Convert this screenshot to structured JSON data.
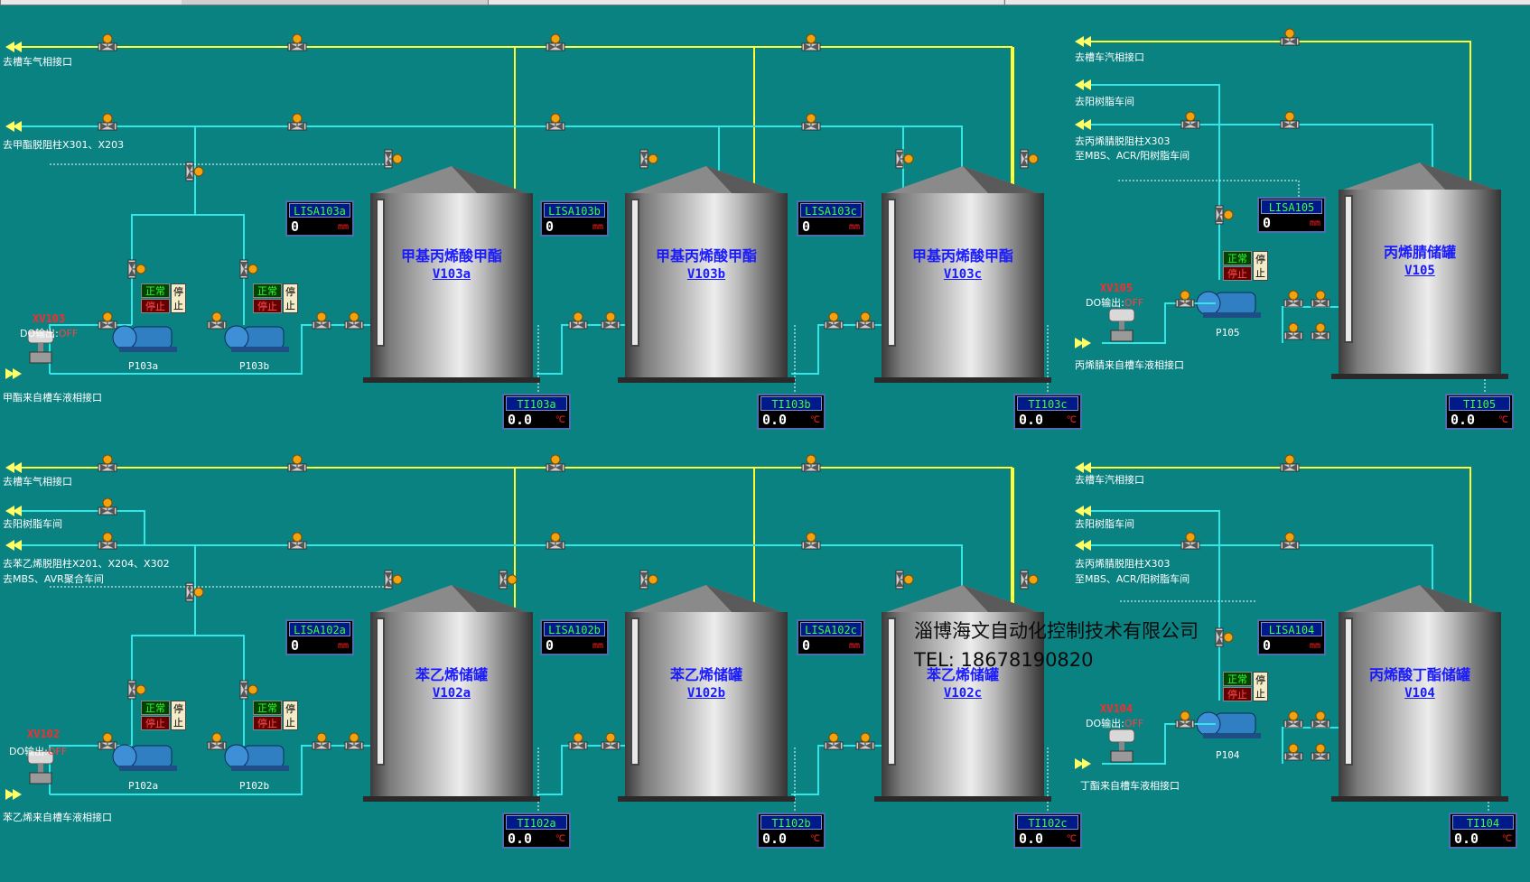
{
  "colors": {
    "background": "#0b8282",
    "liquid_line": "#30e6e6",
    "vapor_line": "#ffff33",
    "signal_line": "#ffffff",
    "tank_label": "#1a1aff",
    "tag_green": "#3cff3c",
    "unit_red": "#ff2020"
  },
  "tanks": [
    {
      "name": "甲基丙烯酸甲酯",
      "tag": "V103a"
    },
    {
      "name": "甲基丙烯酸甲酯",
      "tag": "V103b"
    },
    {
      "name": "甲基丙烯酸甲酯",
      "tag": "V103c"
    },
    {
      "name": "丙烯腈储罐",
      "tag": "V105"
    },
    {
      "name": "苯乙烯储罐",
      "tag": "V102a"
    },
    {
      "name": "苯乙烯储罐",
      "tag": "V102b"
    },
    {
      "name": "苯乙烯储罐",
      "tag": "V102c"
    },
    {
      "name": "丙烯酸丁酯储罐",
      "tag": "V104"
    }
  ],
  "level_instruments": [
    {
      "tag": "LISA103a",
      "value": "0",
      "unit": "mm"
    },
    {
      "tag": "LISA103b",
      "value": "0",
      "unit": "mm"
    },
    {
      "tag": "LISA103c",
      "value": "0",
      "unit": "mm"
    },
    {
      "tag": "LISA105",
      "value": "0",
      "unit": "mm"
    },
    {
      "tag": "LISA102a",
      "value": "0",
      "unit": "mm"
    },
    {
      "tag": "LISA102b",
      "value": "0",
      "unit": "mm"
    },
    {
      "tag": "LISA102c",
      "value": "0",
      "unit": "mm"
    },
    {
      "tag": "LISA104",
      "value": "0",
      "unit": "mm"
    }
  ],
  "temp_instruments": [
    {
      "tag": "TI103a",
      "value": "0.0",
      "unit": "℃"
    },
    {
      "tag": "TI103b",
      "value": "0.0",
      "unit": "℃"
    },
    {
      "tag": "TI103c",
      "value": "0.0",
      "unit": "℃"
    },
    {
      "tag": "TI105",
      "value": "0.0",
      "unit": "℃"
    },
    {
      "tag": "TI102a",
      "value": "0.0",
      "unit": "℃"
    },
    {
      "tag": "TI102b",
      "value": "0.0",
      "unit": "℃"
    },
    {
      "tag": "TI102c",
      "value": "0.0",
      "unit": "℃"
    },
    {
      "tag": "TI104",
      "value": "0.0",
      "unit": "℃"
    }
  ],
  "pumps": [
    "P103a",
    "P103b",
    "P105",
    "P102a",
    "P102b",
    "P104"
  ],
  "pump_status": {
    "normal": "正常",
    "stopped": "停止",
    "stop_button": "停止"
  },
  "xv_valves": [
    {
      "tag": "XV103",
      "do_label": "DO输出:",
      "state": "OFF"
    },
    {
      "tag": "XV105",
      "do_label": "DO输出:",
      "state": "OFF"
    },
    {
      "tag": "XV102",
      "do_label": "DO输出:",
      "state": "OFF"
    },
    {
      "tag": "XV104",
      "do_label": "DO输出:",
      "state": "OFF"
    }
  ],
  "pipe_labels": {
    "tl_vapor": "去槽车气相接口",
    "tl_x301": "去甲酯脱阻柱X301、X203",
    "tl_feed": "甲酯来自槽车液相接口",
    "tr_vapor": "去槽车汽相接口",
    "tr_resin": "去阳树脂车间",
    "tr_x303_1": "去丙烯腈脱阻柱X303",
    "tr_x303_2": "至MBS、ACR/阳树脂车间",
    "tr_feed": "丙烯腈来自槽车液相接口",
    "bl_vapor": "去槽车气相接口",
    "bl_resin": "去阳树脂车间",
    "bl_x201_1": "去苯乙烯脱阻柱X201、X204、X302",
    "bl_x201_2": "去MBS、AVR聚合车间",
    "bl_feed": "苯乙烯来自槽车液相接口",
    "br_vapor": "去槽车汽相接口",
    "br_resin": "去阳树脂车间",
    "br_x303_1": "去丙烯腈脱阻柱X303",
    "br_x303_2": "至MBS、ACR/阳树脂车间",
    "br_feed": "丁酯来自槽车液相接口"
  },
  "watermark": {
    "company": "淄博海文自动化控制技术有限公司",
    "tel": "TEL: 18678190820"
  }
}
